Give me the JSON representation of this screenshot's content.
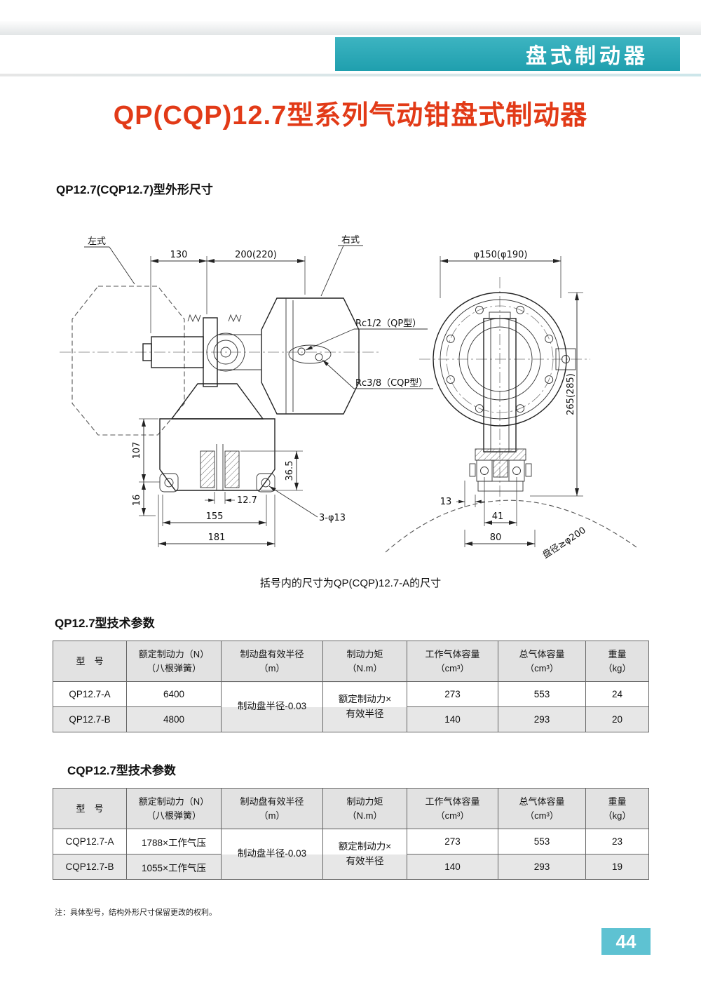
{
  "header": {
    "banner_title": "盘式制动器",
    "page_title": "QP(CQP)12.7型系列气动钳盘式制动器"
  },
  "drawing": {
    "section_title": "QP12.7(CQP12.7)型外形尺寸",
    "caption": "括号内的尺寸为QP(CQP)12.7-A的尺寸",
    "labels": {
      "left_style": "左式",
      "right_style": "右式",
      "dim_130": "130",
      "dim_200_220": "200(220)",
      "dim_phi150": "φ150(φ190)",
      "port_qp": "Rc1/2（QP型）",
      "port_cqp": "Rc3/8（CQP型）",
      "dim_265_285": "265(285)",
      "dim_107": "107",
      "dim_36_5": "36.5",
      "dim_16": "16",
      "dim_12_7": "12.7",
      "dim_155": "155",
      "dim_181": "181",
      "holes_3_phi13": "3-φ13",
      "dim_13": "13",
      "dim_41": "41",
      "dim_80": "80",
      "disc_diameter": "盘径≥φ200"
    }
  },
  "table1": {
    "title": "QP12.7型技术参数",
    "columns": [
      "型　号",
      "额定制动力（N）\n（八根弹簧）",
      "制动盘有效半径\n（m）",
      "制动力矩\n（N.m）",
      "工作气体容量\n（cm³）",
      "总气体容量\n（cm³）",
      "重量\n（kg）"
    ],
    "merged_radius": "制动盘半径-0.03",
    "merged_torque": "额定制动力×\n有效半径",
    "rows": [
      {
        "model": "QP12.7-A",
        "force": "6400",
        "working_volume": "273",
        "total_volume": "553",
        "weight": "24"
      },
      {
        "model": "QP12.7-B",
        "force": "4800",
        "working_volume": "140",
        "total_volume": "293",
        "weight": "20"
      }
    ]
  },
  "table2": {
    "title": "CQP12.7型技术参数",
    "columns": [
      "型　号",
      "额定制动力（N）\n（八根弹簧）",
      "制动盘有效半径\n（m）",
      "制动力矩\n（N.m）",
      "工作气体容量\n（cm³）",
      "总气体容量\n（cm³）",
      "重量\n（kg）"
    ],
    "merged_radius": "制动盘半径-0.03",
    "merged_torque": "额定制动力×\n有效半径",
    "rows": [
      {
        "model": "CQP12.7-A",
        "force": "1788×工作气压",
        "working_volume": "273",
        "total_volume": "553",
        "weight": "23"
      },
      {
        "model": "CQP12.7-B",
        "force": "1055×工作气压",
        "working_volume": "140",
        "total_volume": "293",
        "weight": "19"
      }
    ]
  },
  "footnote": "注：具体型号，结构外形尺寸保留更改的权利。",
  "page_number": "44"
}
